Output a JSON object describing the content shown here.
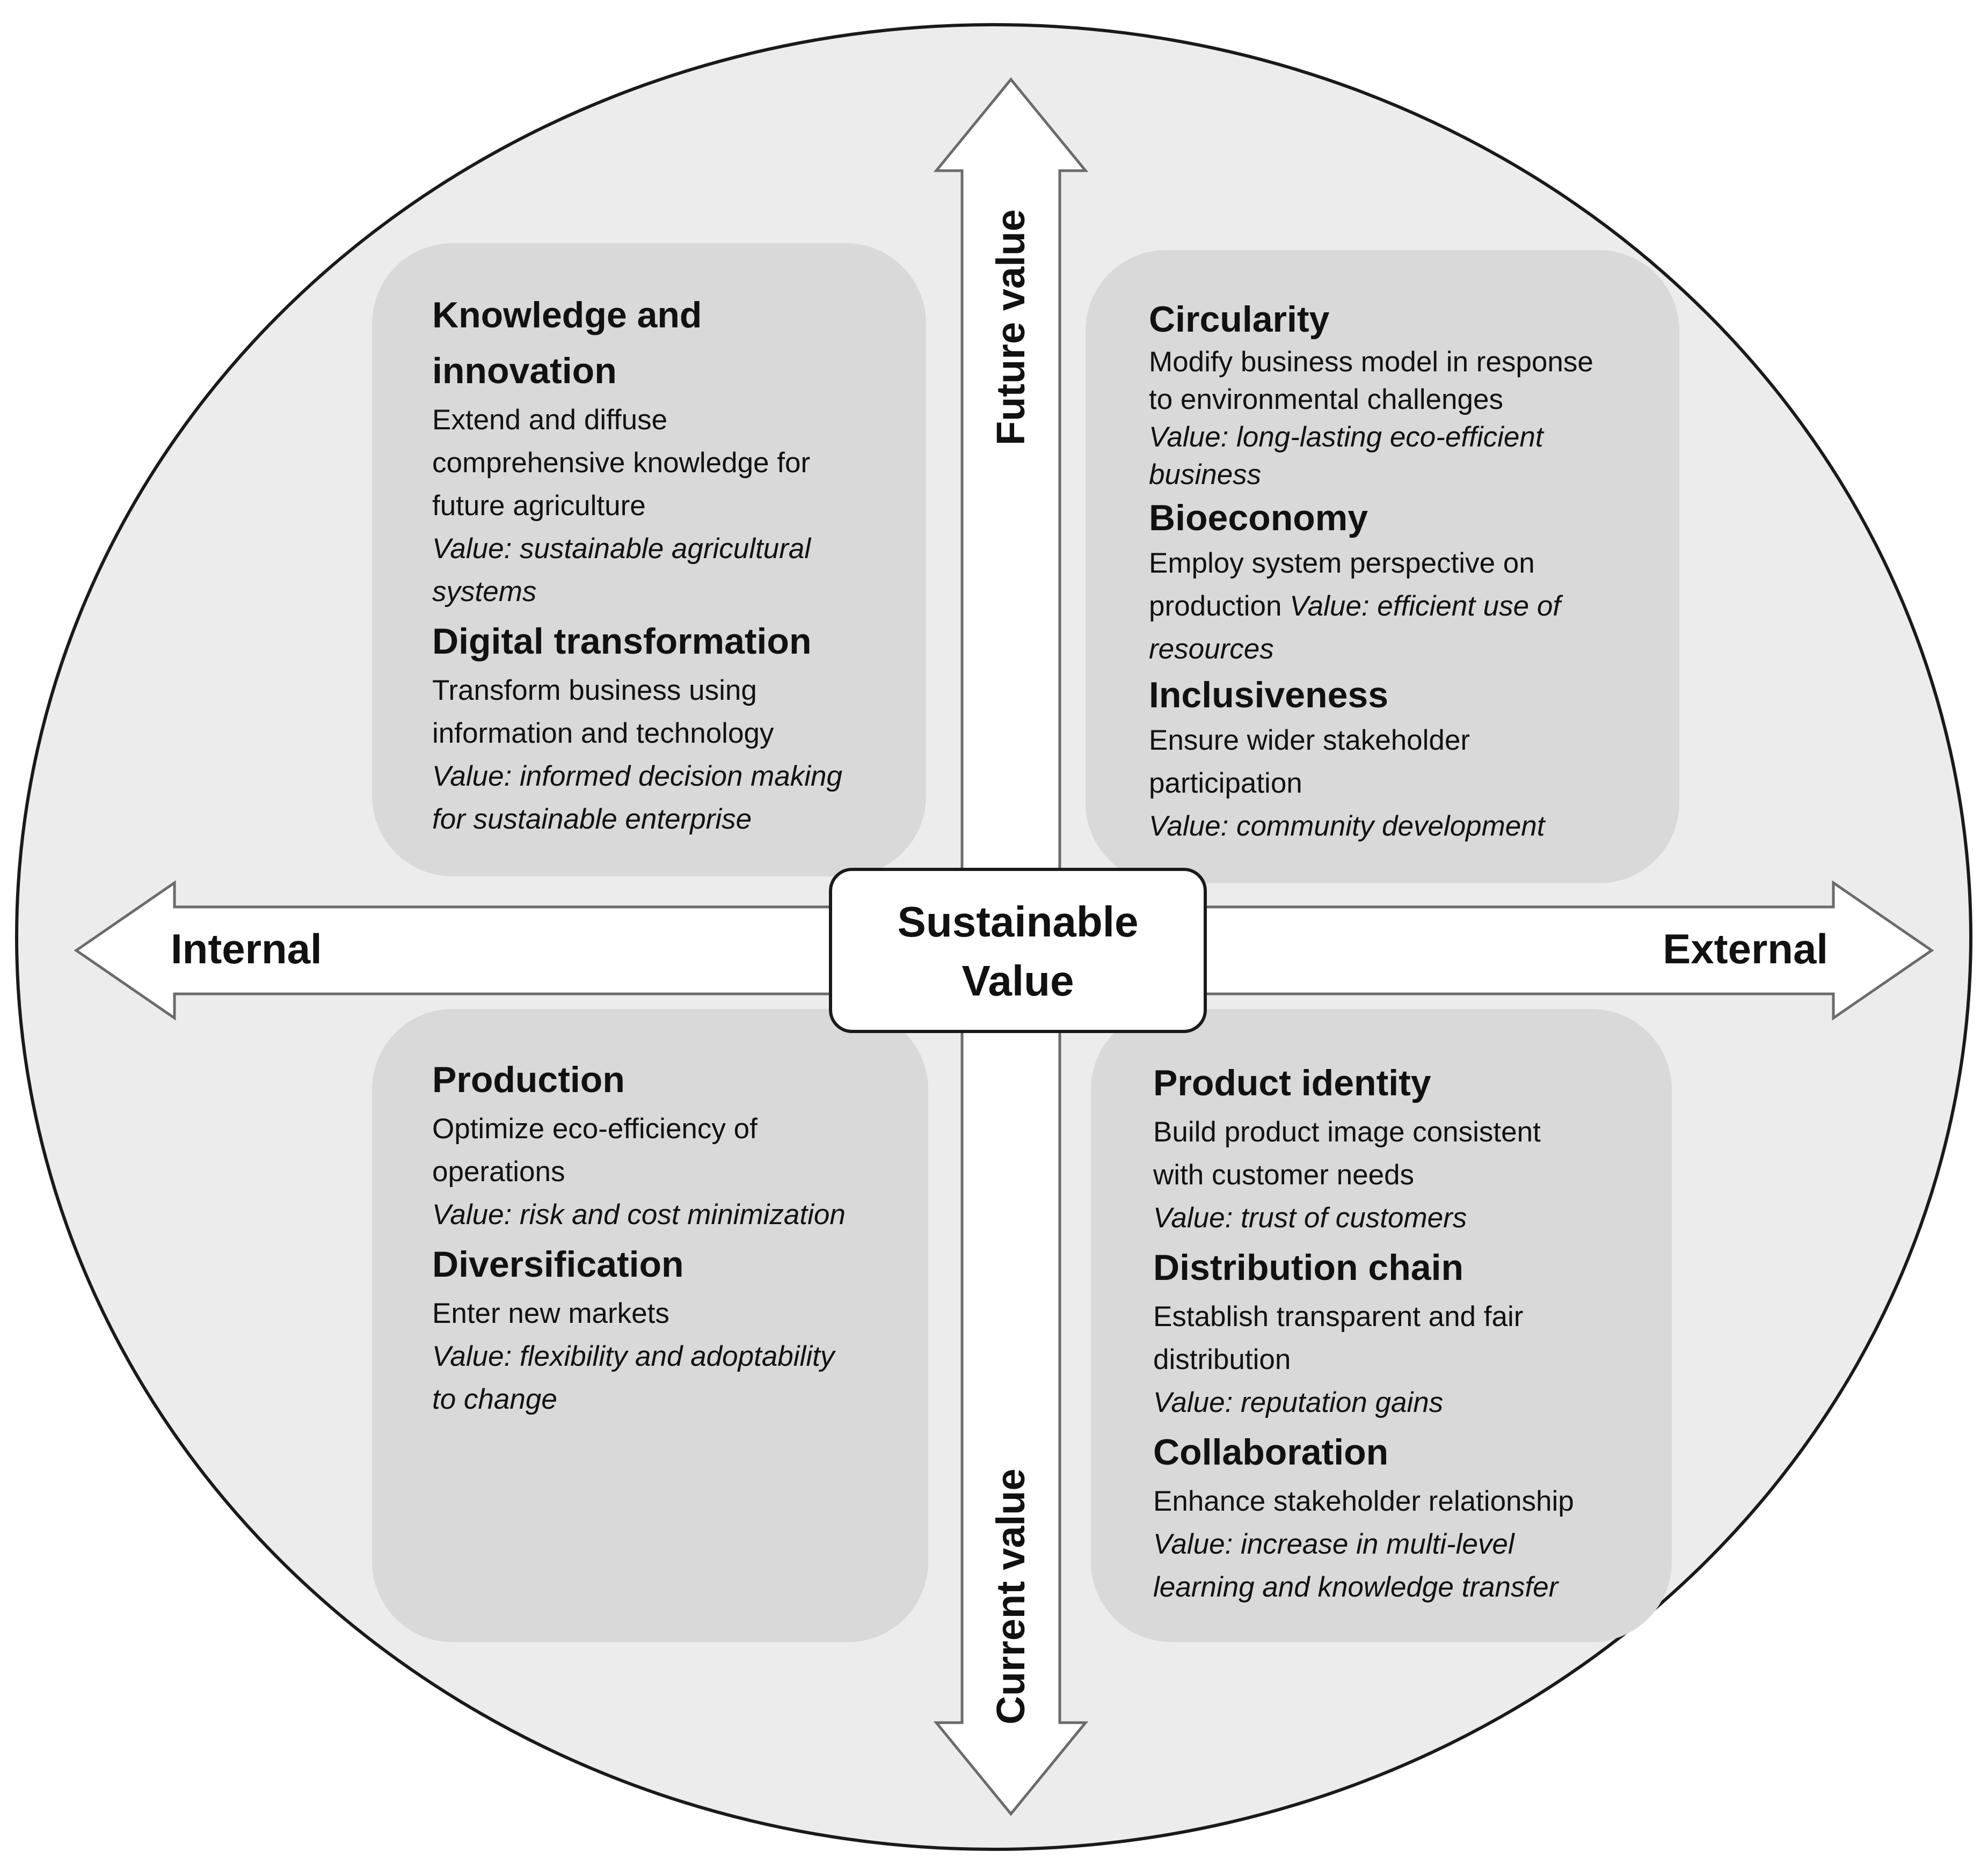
{
  "center": {
    "line1": "Sustainable",
    "line2": "Value"
  },
  "axes": {
    "left": "Internal",
    "right": "External",
    "top": "Future value",
    "bottom": "Current value"
  },
  "quadrants": {
    "top_left": {
      "topics": [
        {
          "title": "Knowledge and innovation",
          "title_line1": "Knowledge and",
          "title_line2": "innovation",
          "desc_lines": [
            "Extend and diffuse",
            "comprehensive knowledge for",
            "future agriculture"
          ],
          "value_lines": [
            "Value: sustainable agricultural",
            "systems"
          ]
        },
        {
          "title": "Digital transformation",
          "desc_lines": [
            "Transform business using",
            "information and technology"
          ],
          "value_lines": [
            "Value: informed decision making",
            "for sustainable enterprise"
          ]
        }
      ]
    },
    "top_right": {
      "topics": [
        {
          "title": "Circularity",
          "desc_lines": [
            "Modify business model in response",
            "to environmental challenges"
          ],
          "value_lines": [
            "Value: long-lasting eco-efficient",
            "business"
          ]
        },
        {
          "title": "Bioeconomy",
          "desc_line1": "Employ system perspective on",
          "desc_line2_plain": "production ",
          "desc_line2_value": "Value: efficient use of",
          "value_lines": [
            "resources"
          ]
        },
        {
          "title": "Inclusiveness",
          "desc_lines": [
            "Ensure wider stakeholder",
            "participation"
          ],
          "value_lines": [
            "Value: community development"
          ]
        }
      ]
    },
    "bottom_left": {
      "topics": [
        {
          "title": "Production",
          "desc_lines": [
            "Optimize eco-efficiency of",
            "operations"
          ],
          "value_lines": [
            "Value: risk and cost minimization"
          ]
        },
        {
          "title": "Diversification",
          "desc_lines": [
            "Enter new markets"
          ],
          "value_lines": [
            "Value: flexibility and adoptability",
            "to change"
          ]
        }
      ]
    },
    "bottom_right": {
      "topics": [
        {
          "title": "Product identity",
          "desc_lines": [
            "Build product image consistent",
            "with customer needs"
          ],
          "value_lines": [
            "Value: trust of customers"
          ]
        },
        {
          "title": "Distribution chain",
          "desc_lines": [
            "Establish transparent and fair",
            "distribution"
          ],
          "value_lines": [
            "Value: reputation gains"
          ]
        },
        {
          "title": "Collaboration",
          "desc_lines": [
            "Enhance stakeholder relationship"
          ],
          "value_lines": [
            "Value: increase in multi-level",
            "learning and knowledge transfer"
          ]
        }
      ]
    }
  },
  "colors": {
    "circle_fill": "#ececec",
    "box_fill": "#d9d9d9",
    "arrow_fill": "#ffffff",
    "stroke": "#1a1a1a",
    "arrow_stroke": "#6b6b6b"
  }
}
